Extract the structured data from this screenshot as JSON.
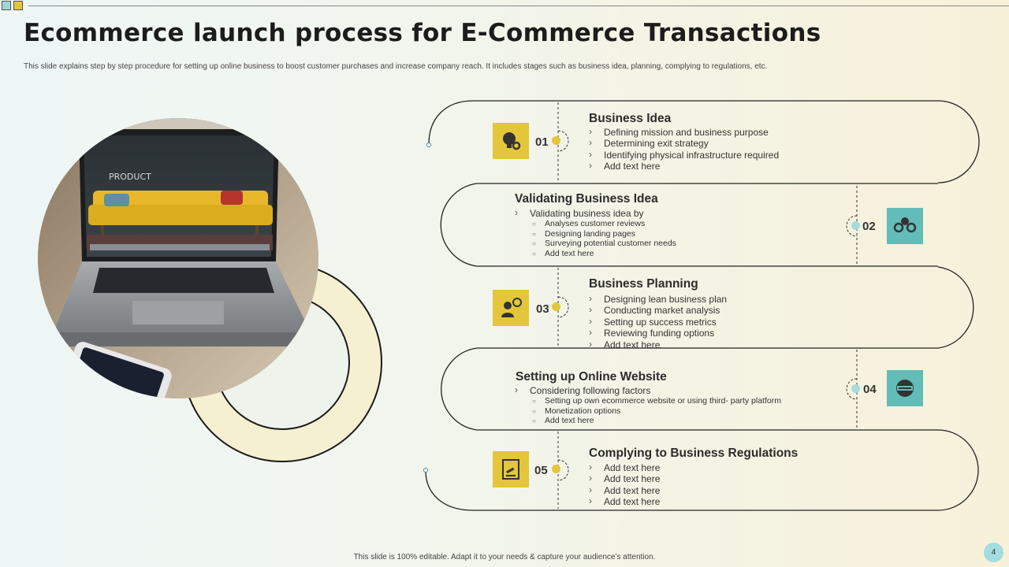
{
  "slide": {
    "title": "Ecommerce launch process for E-Commerce Transactions",
    "subtitle": "This slide explains step by step procedure for setting up online business to boost customer purchases and increase company reach. It includes stages such as business idea, planning, complying to regulations, etc.",
    "footer": "This slide is 100% editable. Adapt it to your needs & capture your audience’s attention.",
    "page_number": "4"
  },
  "photo": {
    "screen_label": "PRODUCT"
  },
  "colors": {
    "accent_yellow": "#e3c63a",
    "accent_teal": "#62bdb8",
    "dot_teal": "#a5dcdf",
    "ring_fill": "#f6f0d2"
  },
  "stages": [
    {
      "number": "01",
      "title": "Business Idea",
      "icon": "lightbulb-gears-icon",
      "bullets": [
        "Defining mission and business purpose",
        "Determining exit strategy",
        "Identifying physical infrastructure required",
        "Add text here"
      ]
    },
    {
      "number": "02",
      "title": "Validating Business Idea",
      "icon": "gears-bulb-icon",
      "bullet": "Validating business idea by",
      "sub_bullets": [
        "Analyses customer reviews",
        "Designing landing pages",
        "Surveying potential customer needs",
        "Add text here"
      ]
    },
    {
      "number": "03",
      "title": "Business Planning",
      "icon": "person-chat-icon",
      "bullets": [
        "Designing lean business plan",
        "Conducting market analysis",
        "Setting up success metrics",
        "Reviewing funding options",
        "Add text here"
      ]
    },
    {
      "number": "04",
      "title": "Setting up Online Website",
      "icon": "globe-www-icon",
      "bullet": "Considering following factors",
      "sub_bullets": [
        "Setting up own ecommerce website or using third- party platform",
        "Monetization options",
        "Add text here"
      ]
    },
    {
      "number": "05",
      "title": "Complying to Business Regulations",
      "icon": "certificate-gavel-icon",
      "bullets": [
        "Add text here",
        "Add text here",
        "Add text here",
        "Add text here"
      ]
    }
  ]
}
